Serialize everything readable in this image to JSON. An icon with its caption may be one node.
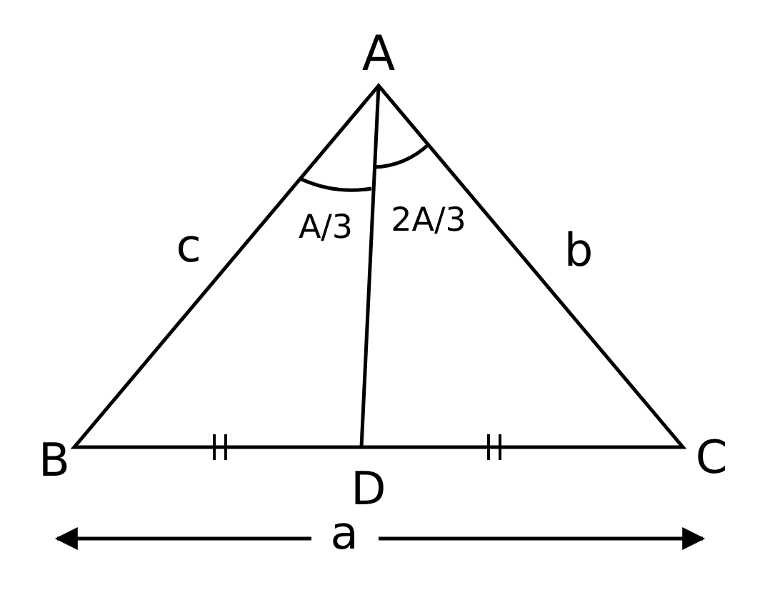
{
  "diagram": {
    "labels": [
      "A",
      "c",
      "A/3",
      "2A/3",
      "b",
      "B",
      "D",
      "C",
      "a"
    ]
  }
}
